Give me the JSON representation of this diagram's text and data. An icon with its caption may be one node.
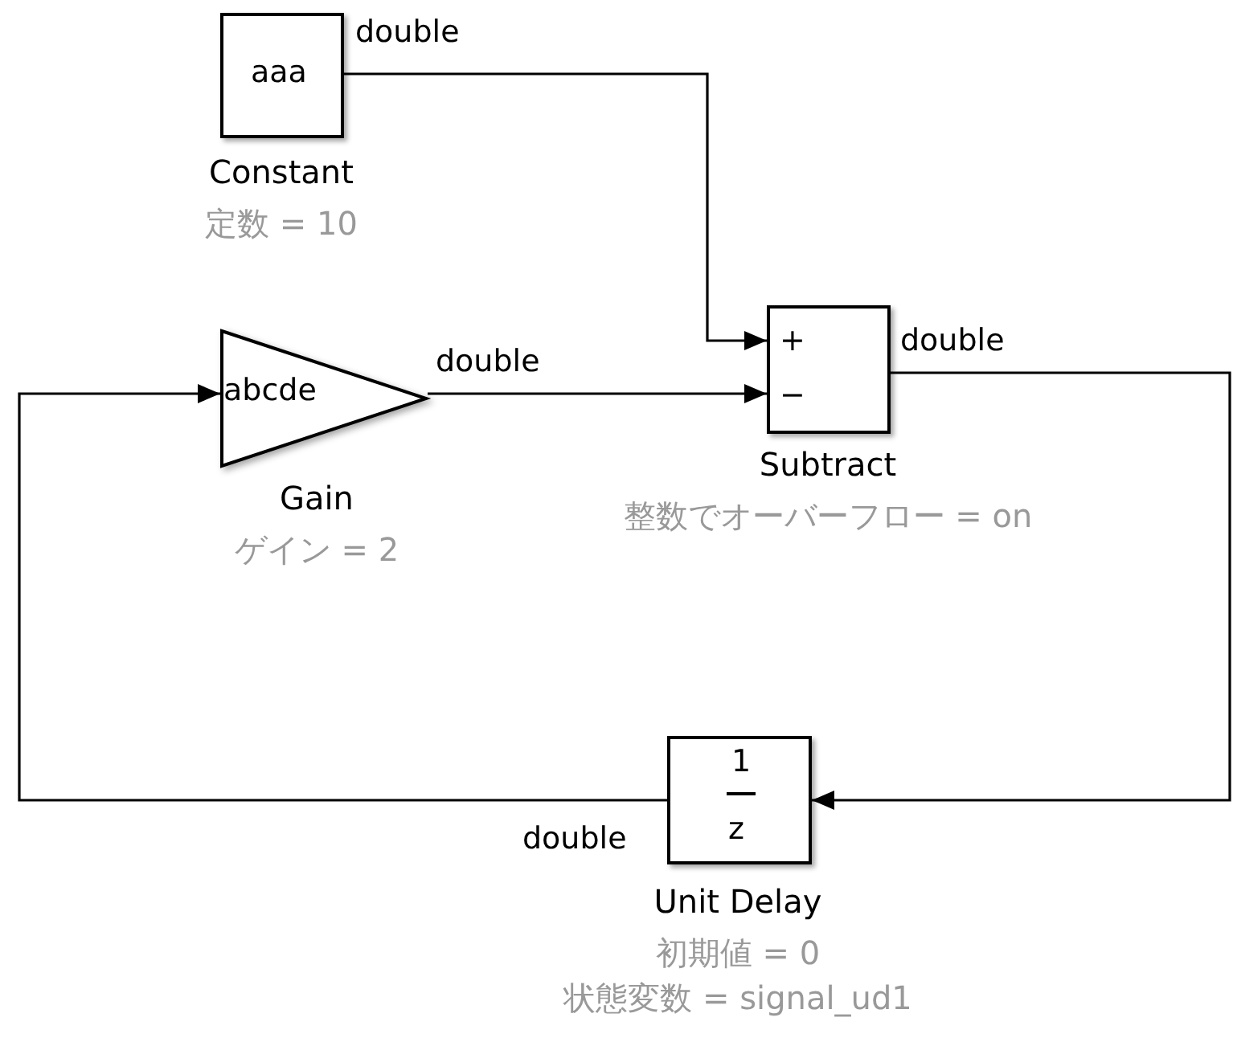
{
  "diagram": {
    "nodes": [
      {
        "text": [
          "aaa"
        ],
        "beside": [
          "Constant",
          "定数 = 10"
        ]
      },
      {
        "text": [
          "abcde"
        ],
        "beside": [
          "Gain",
          "ゲイン = 2"
        ]
      },
      {
        "text": [
          "+",
          "−"
        ],
        "beside": [
          "Subtract",
          "整数でオーバーフロー = on"
        ]
      },
      {
        "text": [
          "1",
          "z"
        ],
        "beside": [
          "Unit Delay",
          "初期値 = 0",
          "状態変数 = signal_ud1"
        ]
      }
    ],
    "edges": [
      {
        "from": 0,
        "to": 2,
        "arrow": "to",
        "label": "double"
      },
      {
        "from": 1,
        "to": 2,
        "arrow": "to",
        "label": "double"
      },
      {
        "from": 2,
        "to": 3,
        "arrow": "to",
        "label": "double"
      },
      {
        "from": 3,
        "to": 1,
        "arrow": "to",
        "label": "double"
      }
    ]
  }
}
